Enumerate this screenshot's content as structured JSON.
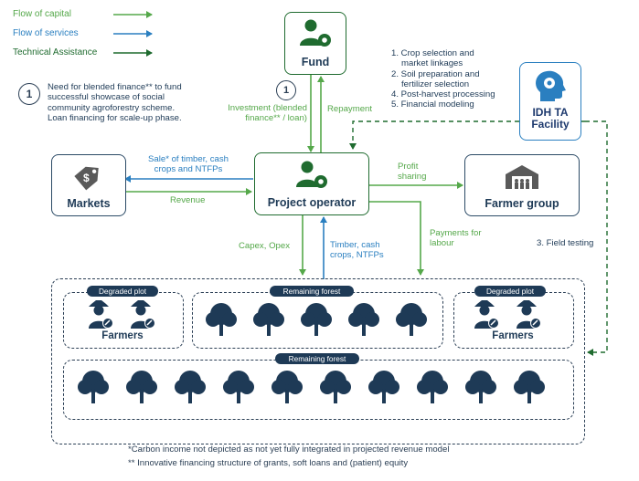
{
  "legend": [
    {
      "label": "Flow of capital",
      "color": "#55a84a"
    },
    {
      "label": "Flow of services",
      "color": "#2a7fc0"
    },
    {
      "label": "Technical Assistance",
      "color": "#1f6b2f"
    }
  ],
  "note": {
    "number": "1",
    "text": "Need for blended finance** to fund successful showcase of social community agroforestry scheme. Loan financing for scale-up phase."
  },
  "nodes": {
    "fund": "Fund",
    "project_operator": "Project operator",
    "markets": "Markets",
    "farmer_group": "Farmer group",
    "idh": "IDH TA Facility",
    "markets_icon_symbol": "$"
  },
  "ta_list": [
    "1. Crop selection and",
    "market linkages",
    "2. Soil preparation and",
    "fertilizer selection",
    "4. Post-harvest processing",
    "5. Financial modeling"
  ],
  "flows": {
    "investment": "Investment (blended finance** / loan)",
    "repayment": "Repayment",
    "investment_marker": "1",
    "sale": "Sale* of timber, cash crops and NTFPs",
    "revenue": "Revenue",
    "profit_sharing": "Profit sharing",
    "payments_labour": "Payments for labour",
    "capex": "Capex, Opex",
    "timber": "Timber, cash crops, NTFPs",
    "field_testing": "3. Field testing"
  },
  "land": {
    "degraded_left": "Degraded plot",
    "degraded_right": "Degraded plot",
    "remaining_top": "Remaining forest",
    "remaining_bottom": "Remaining forest",
    "farmers_left": "Farmers",
    "farmers_right": "Farmers"
  },
  "footnotes": {
    "carbon": "*Carbon income not depicted as not yet fully integrated in projected revenue model",
    "financing": "** Innovative financing structure of grants, soft loans and (patient) equity"
  }
}
